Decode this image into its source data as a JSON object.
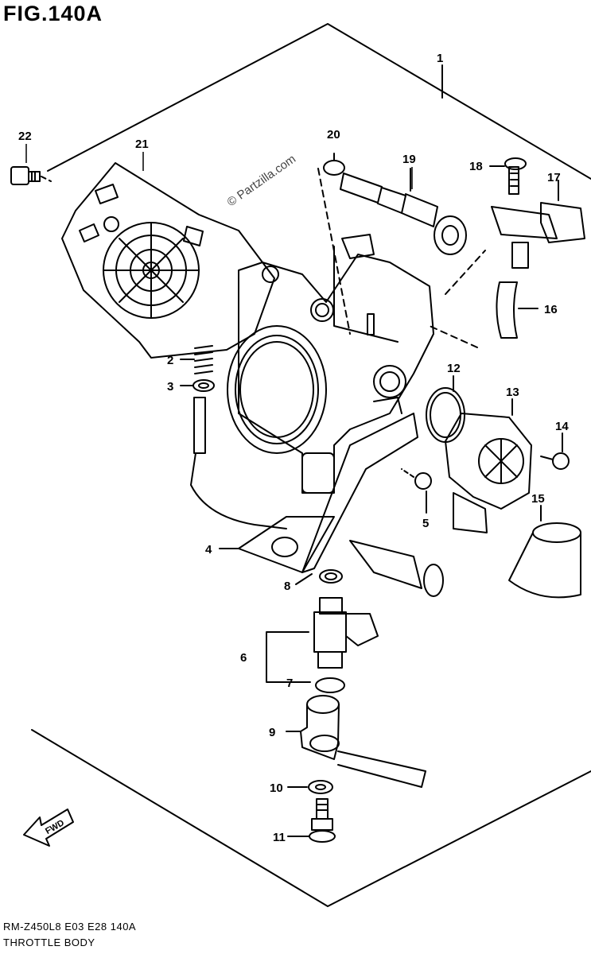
{
  "figure": {
    "title": "FIG.140A",
    "model_code": "RM-Z450L8  E03  E28  140A",
    "subtitle": "THROTTLE BODY",
    "watermark": "© Partzilla.com",
    "fwd_label": "FWD"
  },
  "callouts": [
    {
      "id": "1",
      "label": "1"
    },
    {
      "id": "2",
      "label": "2"
    },
    {
      "id": "3",
      "label": "3"
    },
    {
      "id": "4",
      "label": "4"
    },
    {
      "id": "5",
      "label": "5"
    },
    {
      "id": "6",
      "label": "6"
    },
    {
      "id": "7",
      "label": "7"
    },
    {
      "id": "8",
      "label": "8"
    },
    {
      "id": "9",
      "label": "9"
    },
    {
      "id": "10",
      "label": "10"
    },
    {
      "id": "11",
      "label": "11"
    },
    {
      "id": "12",
      "label": "12"
    },
    {
      "id": "13",
      "label": "13"
    },
    {
      "id": "14",
      "label": "14"
    },
    {
      "id": "15",
      "label": "15"
    },
    {
      "id": "16",
      "label": "16"
    },
    {
      "id": "17",
      "label": "17"
    },
    {
      "id": "18",
      "label": "18"
    },
    {
      "id": "19",
      "label": "19"
    },
    {
      "id": "20",
      "label": "20"
    },
    {
      "id": "21",
      "label": "21"
    },
    {
      "id": "22",
      "label": "22"
    }
  ]
}
